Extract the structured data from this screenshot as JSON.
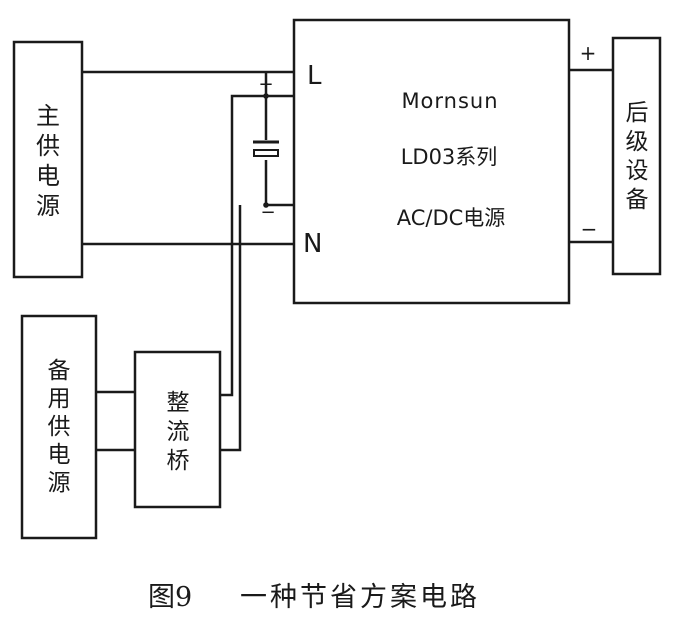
{
  "diagram": {
    "main_supply": [
      "主",
      "供",
      "电",
      "源"
    ],
    "backup_supply": [
      "备",
      "用",
      "供",
      "电",
      "源"
    ],
    "rectifier_bridge": [
      "整",
      "流",
      "桥"
    ],
    "downstream_device": [
      "后",
      "级",
      "设",
      "备"
    ],
    "module": {
      "brand": "Mornsun",
      "series": "LD03系列",
      "type": "AC/DC电源",
      "terminal_l": "L",
      "terminal_n": "N",
      "out_plus": "+",
      "out_minus": "−"
    },
    "capacitor": {
      "plus": "+",
      "minus": "−"
    }
  },
  "caption": {
    "figure_number": "图9",
    "title": "一种节省方案电路"
  },
  "colors": {
    "line": "#1a1a1a",
    "background": "#ffffff"
  }
}
